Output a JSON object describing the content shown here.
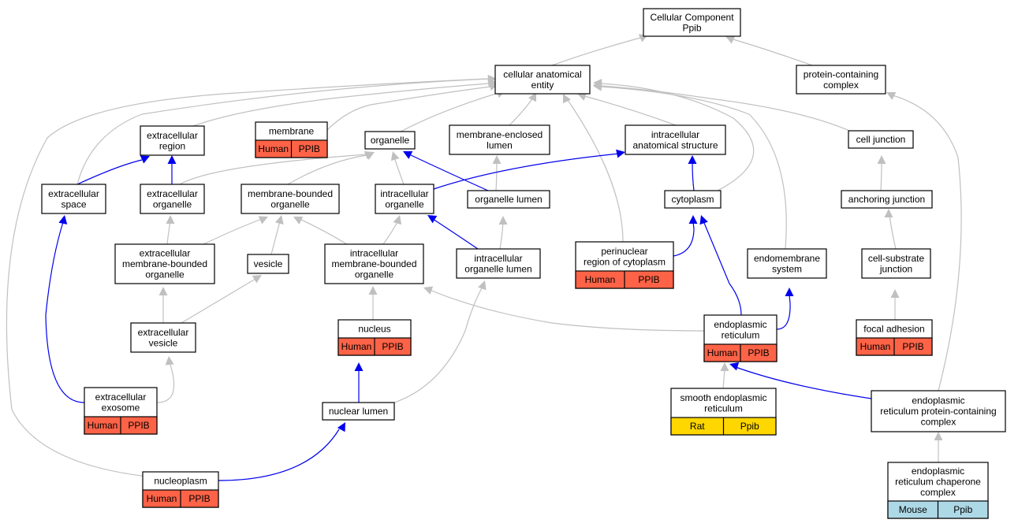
{
  "colors": {
    "human": "#ff6347",
    "rat": "#ffd700",
    "mouse": "#add8e6",
    "edge_is_a": "#c0c0c0",
    "edge_part_of": "#0000ee"
  },
  "nodes": {
    "root": {
      "lines": [
        "Cellular Component",
        "Ppib"
      ]
    },
    "cae": {
      "lines": [
        "cellular anatomical",
        "entity"
      ]
    },
    "pcc": {
      "lines": [
        "protein-containing",
        "complex"
      ]
    },
    "ecr": {
      "lines": [
        "extracellular",
        "region"
      ]
    },
    "membrane": {
      "lines": [
        "membrane"
      ],
      "annot": [
        "Human",
        "PPIB"
      ],
      "annot_color": "human"
    },
    "organelle": {
      "lines": [
        "organelle"
      ]
    },
    "mel": {
      "lines": [
        "membrane-enclosed",
        "lumen"
      ]
    },
    "ias": {
      "lines": [
        "intracellular",
        "anatomical structure"
      ]
    },
    "cj": {
      "lines": [
        "cell junction"
      ]
    },
    "ecs": {
      "lines": [
        "extracellular",
        "space"
      ]
    },
    "eco": {
      "lines": [
        "extracellular",
        "organelle"
      ]
    },
    "mbo": {
      "lines": [
        "membrane-bounded",
        "organelle"
      ]
    },
    "io": {
      "lines": [
        "intracellular",
        "organelle"
      ]
    },
    "ol": {
      "lines": [
        "organelle lumen"
      ]
    },
    "cyto": {
      "lines": [
        "cytoplasm"
      ]
    },
    "aj": {
      "lines": [
        "anchoring junction"
      ]
    },
    "ecmbo": {
      "lines": [
        "extracellular",
        "membrane-bounded",
        "organelle"
      ]
    },
    "vesicle": {
      "lines": [
        "vesicle"
      ]
    },
    "imbo": {
      "lines": [
        "intracellular",
        "membrane-bounded",
        "organelle"
      ]
    },
    "iol": {
      "lines": [
        "intracellular",
        "organelle lumen"
      ]
    },
    "perinuc": {
      "lines": [
        "perinuclear",
        "region of cytoplasm"
      ],
      "annot": [
        "Human",
        "PPIB"
      ],
      "annot_color": "human"
    },
    "endomem": {
      "lines": [
        "endomembrane",
        "system"
      ]
    },
    "csj": {
      "lines": [
        "cell-substrate",
        "junction"
      ]
    },
    "ecv": {
      "lines": [
        "extracellular",
        "vesicle"
      ]
    },
    "nucleus": {
      "lines": [
        "nucleus"
      ],
      "annot": [
        "Human",
        "PPIB"
      ],
      "annot_color": "human"
    },
    "er": {
      "lines": [
        "endoplasmic",
        "reticulum"
      ],
      "annot": [
        "Human",
        "PPIB"
      ],
      "annot_color": "human"
    },
    "fa": {
      "lines": [
        "focal adhesion"
      ],
      "annot": [
        "Human",
        "PPIB"
      ],
      "annot_color": "human"
    },
    "exo": {
      "lines": [
        "extracellular",
        "exosome"
      ],
      "annot": [
        "Human",
        "PPIB"
      ],
      "annot_color": "human"
    },
    "nl": {
      "lines": [
        "nuclear lumen"
      ]
    },
    "ser": {
      "lines": [
        "smooth endoplasmic",
        "reticulum"
      ],
      "annot": [
        "Rat",
        "Ppib"
      ],
      "annot_color": "rat"
    },
    "erpcc": {
      "lines": [
        "endoplasmic",
        "reticulum protein-containing",
        "complex"
      ]
    },
    "ercc": {
      "lines": [
        "endoplasmic",
        "reticulum chaperone",
        "complex"
      ],
      "annot": [
        "Mouse",
        "Ppib"
      ],
      "annot_color": "mouse"
    },
    "np": {
      "lines": [
        "nucleoplasm"
      ],
      "annot": [
        "Human",
        "PPIB"
      ],
      "annot_color": "human"
    }
  }
}
